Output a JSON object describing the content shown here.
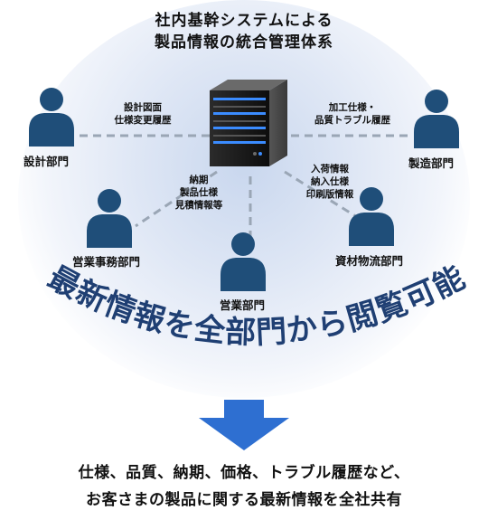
{
  "title": {
    "line1": "社内基幹システムによる",
    "line2": "製品情報の統合管理体系"
  },
  "departments": {
    "design": "設計部門",
    "manufacturing": "製造部門",
    "sales_office": "営業事務部門",
    "materials": "資材物流部門",
    "sales": "営業部門"
  },
  "flows": {
    "design": [
      "設計図面",
      "仕様変更履歴"
    ],
    "manufacturing": [
      "加工仕様・",
      "品質トラブル履歴"
    ],
    "sales_office": [
      "納期",
      "製品仕様",
      "見積情報等"
    ],
    "materials": [
      "入荷情報",
      "納入仕様",
      "印刷版情報"
    ]
  },
  "headline": "最新情報を全部門から閲覧可能",
  "conclusion": {
    "line1": "仕様、品質、納期、価格、トラブル履歴など、",
    "line2": "お客さまの製品に関する最新情報を全社共有"
  },
  "colors": {
    "person": "#1f4e79",
    "headline": "#1f3f73",
    "arrow": "#2e6fd1",
    "dash": "#9aa6b5"
  },
  "icons": [
    "server-icon",
    "person-icon",
    "down-arrow-icon"
  ]
}
